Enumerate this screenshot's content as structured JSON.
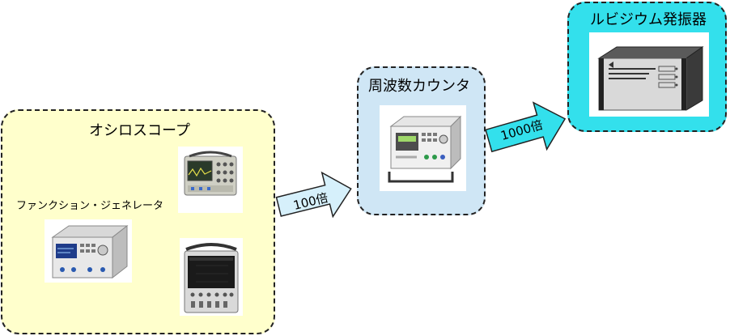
{
  "oscilloscope_group": {
    "title": "オシロスコープ",
    "function_generator_label": "ファンクション・ジェネレータ"
  },
  "counter_group": {
    "title": "周波数カウンタ"
  },
  "rubidium_group": {
    "title": "ルビジウム発振器"
  },
  "arrows": {
    "first": "100倍",
    "second": "1000倍"
  },
  "colors": {
    "oscilloscope_box": "#ffffcc",
    "counter_box": "#cfe6f5",
    "rubidium_box": "#33e0ec",
    "arrow_fill_1": "#d6f0fb",
    "arrow_fill_2": "#33e0ec"
  },
  "icons": [
    "oscilloscope-icon",
    "oscilloscope-icon",
    "function-generator-icon",
    "frequency-counter-icon",
    "rubidium-oscillator-icon"
  ]
}
